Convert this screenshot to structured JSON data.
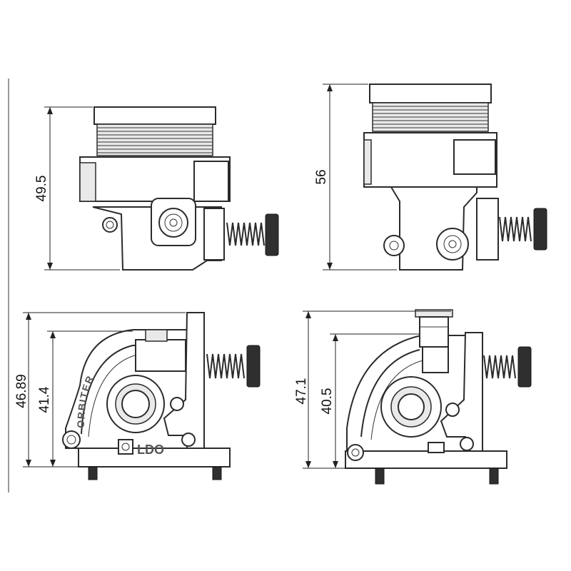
{
  "dimensions": {
    "front_height": "49.5",
    "side_height": "56",
    "bottom_left_outer": "46.89",
    "bottom_left_inner": "41.4",
    "bottom_right_outer": "47.1",
    "bottom_right_inner": "40.5"
  },
  "branding": {
    "name": "ORBITER",
    "logo": "LDO"
  },
  "colors": {
    "line": "#2b2b2b",
    "fill": "#ffffff",
    "shade": "#e9e9e9"
  }
}
